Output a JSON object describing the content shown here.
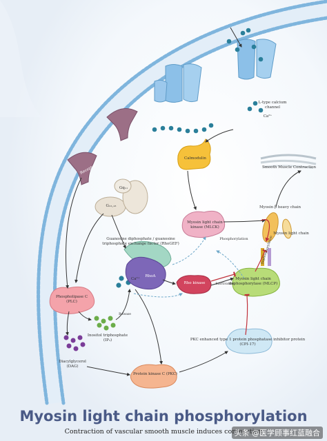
{
  "title": "Myosin light chain phosphorylation",
  "subtitle": "Contraction of vascular smooth muscle induces corcorction",
  "watermark": "头条 @医学顾事红蓝融合",
  "labels": {
    "channel": "L-type calcium channel",
    "ca_top": "Ca²⁺",
    "ca_mid": "Ca²⁺",
    "calmodulin": "Calmodulin",
    "smooth_muscle": "Smooth Muscle Contraction",
    "receptor": "Receptor",
    "gq": "Gq₁₁",
    "g12": "G₁₂,₁₃",
    "mlck": "Myosin light chain kinase (MLCK)",
    "myosin_heavy": "Myosin β heavy chain",
    "myosin_light": "Myosin light chain",
    "phosphorylation": "Phosphorylation",
    "dephosphorylation": "Dephosphorylation",
    "gef": "Guanosine diphosphate / guanosine triphosphate exchange factor (RhoGEF)",
    "rhoa": "RhoA",
    "plc": "Phospholipase C (PLC)",
    "mlcp": "Myosin light chain dephosphorylase (MLCP)",
    "rho_kinase": "Rho kinase",
    "inactivation": "Inactivation",
    "ip3": "Inositol triphosphate (IP₃)",
    "release": "Release",
    "cpi17": "PKC enhanced type 1 protein phosphatase inhibitor protein (CPI-17)",
    "dag": "Diacylglycerol (DAG)",
    "pkc": "Protein kinase C (PKC)"
  },
  "colors": {
    "membrane_head": "#7fb5dd",
    "membrane_band": "#e3eef8",
    "channel": "#8cc0e8",
    "receptor": "#9c6f86",
    "calmodulin": "#f6c13a",
    "mlck": "#f0b2c6",
    "plc": "#f4a3aa",
    "rho_kinase": "#d2445e",
    "pkc": "#f5b590",
    "mlcp": "#b8dc78",
    "cpi17": "#cfe8f5",
    "gef": "#a3d7c4",
    "rhoa": "#7d67b8",
    "ion": "#2a7f9a",
    "ip3": "#6cad4a",
    "dag": "#7a3c98",
    "title": "#4a5a86",
    "inhibit": "#c0303a"
  }
}
